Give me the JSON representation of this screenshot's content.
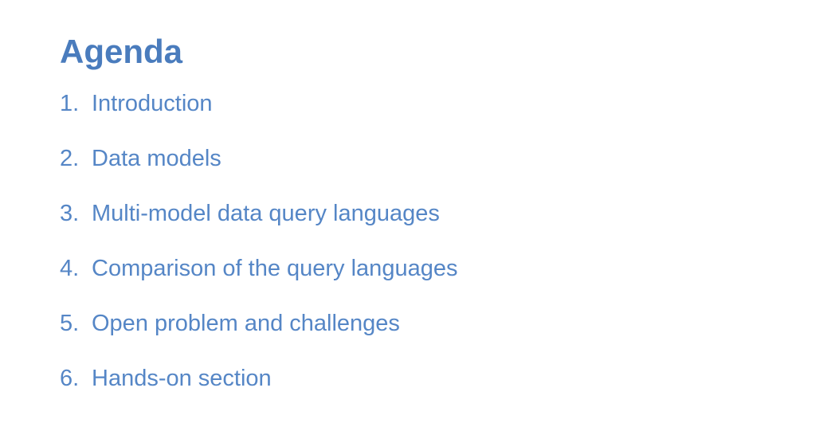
{
  "slide": {
    "title": "Agenda",
    "accent_title_color": "#4a7cbd",
    "accent_item_color": "#5586c6",
    "background_color": "#ffffff",
    "items": [
      {
        "number": "1.",
        "label": "Introduction"
      },
      {
        "number": "2.",
        "label": "Data models"
      },
      {
        "number": "3.",
        "label": "Multi-model data query languages"
      },
      {
        "number": "4.",
        "label": "Comparison of the query languages"
      },
      {
        "number": "5.",
        "label": "Open problem and challenges"
      },
      {
        "number": "6.",
        "label": "Hands-on section"
      }
    ]
  }
}
